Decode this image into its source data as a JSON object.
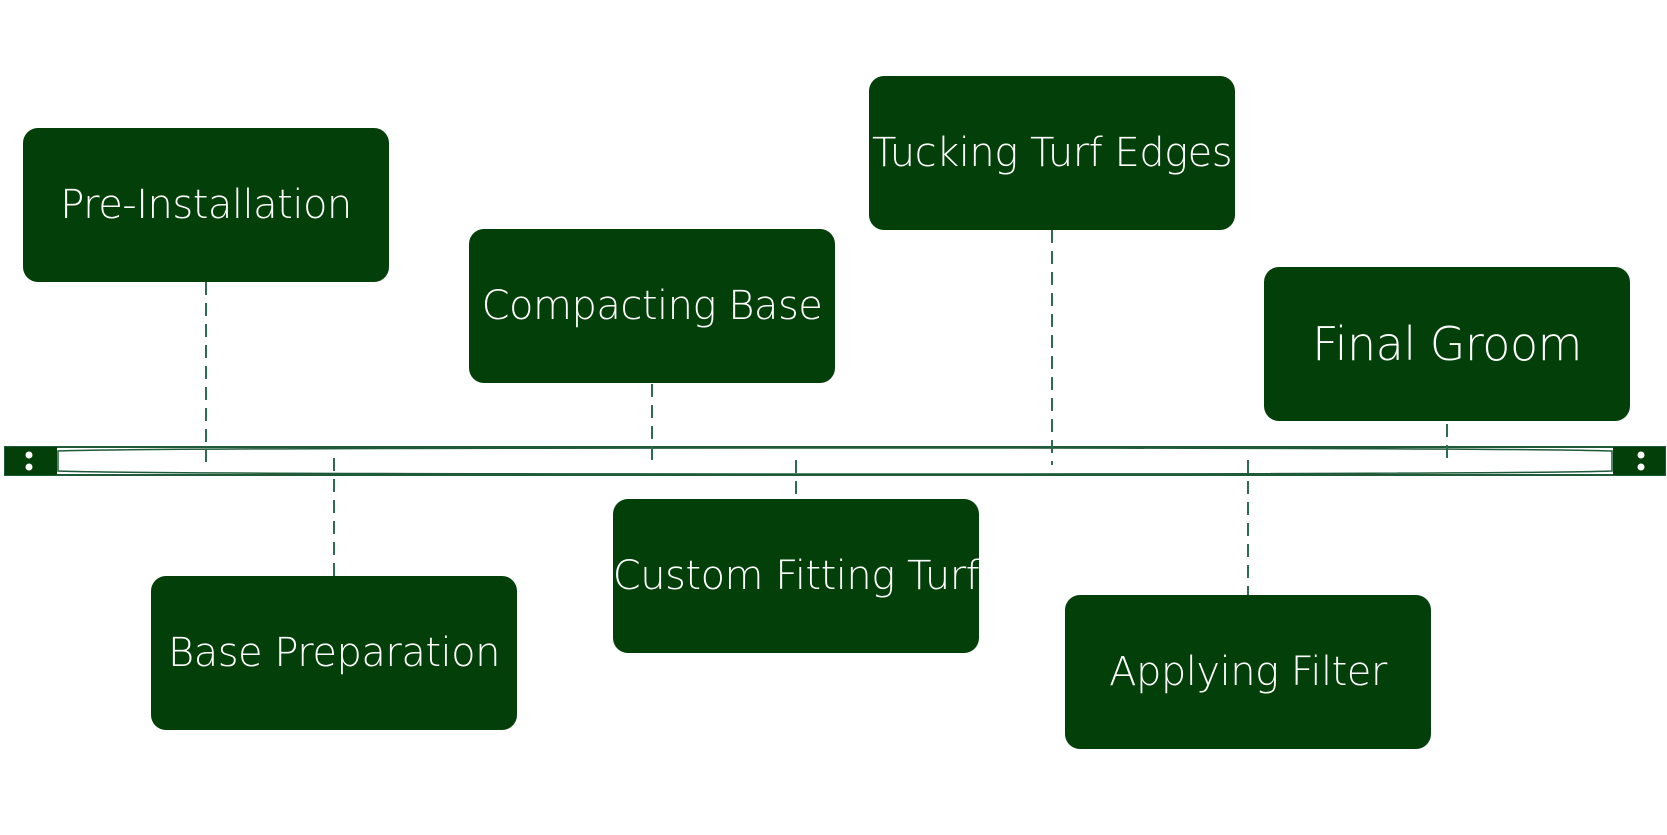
{
  "diagram": {
    "type": "timeline",
    "colors": {
      "box_fill": "#033f09",
      "box_text": "#ffffff",
      "connector": "#2e6b4f",
      "track_outline": "#1f5a3a",
      "track_fill": "#ffffff"
    },
    "steps": [
      {
        "label": "Pre-Installation"
      },
      {
        "label": "Base Preparation"
      },
      {
        "label": "Compacting Base"
      },
      {
        "label": "Custom Fitting Turf"
      },
      {
        "label": "Tucking Turf Edges"
      },
      {
        "label": "Applying Filter"
      },
      {
        "label": "Final Groom"
      }
    ]
  }
}
